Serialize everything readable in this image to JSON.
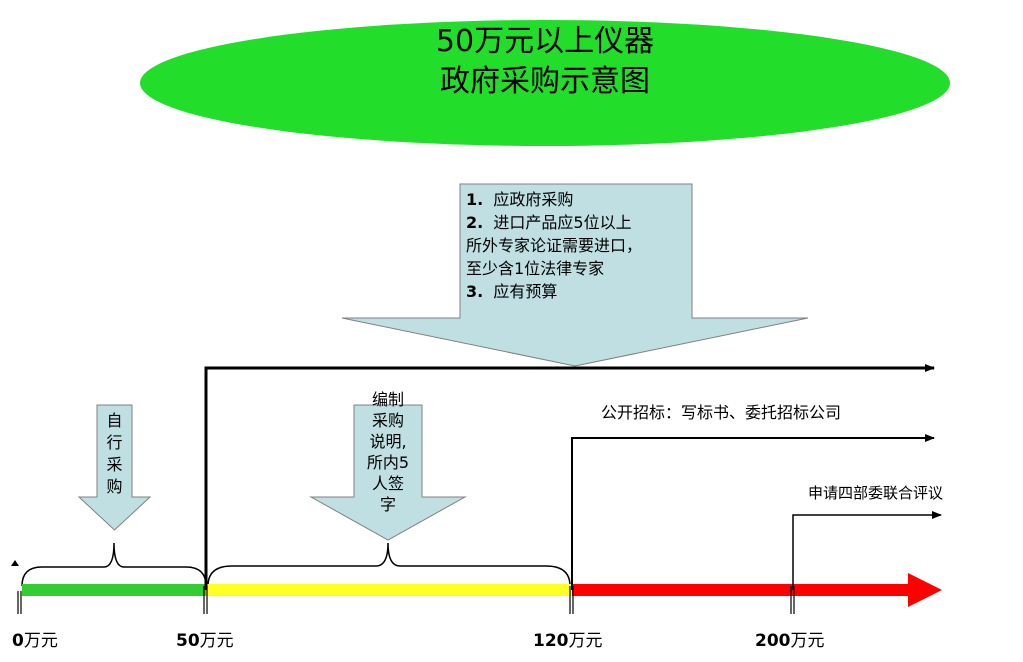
{
  "title": {
    "line1": "50万元以上仪器",
    "line2": "政府采购示意图"
  },
  "callout": {
    "items": [
      {
        "num": "1.",
        "text": "应政府采购"
      },
      {
        "num": "2.",
        "text": "进口产品应5位以上"
      },
      {
        "num": "",
        "text": "所外专家论证需要进口，"
      },
      {
        "num": "",
        "text": "至少含1位法律专家"
      },
      {
        "num": "3.",
        "text": "应有预算"
      }
    ]
  },
  "self_purchase": {
    "chars": [
      "自",
      "行",
      "采",
      "购"
    ]
  },
  "prepare": {
    "lines": [
      "编制",
      "采购",
      "说明,",
      "所内5",
      "人签",
      "字"
    ]
  },
  "routes": {
    "public_bid": "公开招标：写标书、委托招标公司",
    "joint_review": "申请四部委联合评议"
  },
  "axis": {
    "labels": [
      {
        "num": "0",
        "unit": "万元"
      },
      {
        "num": "50",
        "unit": "万元"
      },
      {
        "num": "120",
        "unit": "万元"
      },
      {
        "num": "200",
        "unit": "万元"
      }
    ]
  },
  "colors": {
    "ellipse": "#22dd2a",
    "callout_fill": "#bfdfe3",
    "segment_low": "#33cc33",
    "segment_mid": "#ffff22",
    "segment_high": "#ff0000"
  }
}
